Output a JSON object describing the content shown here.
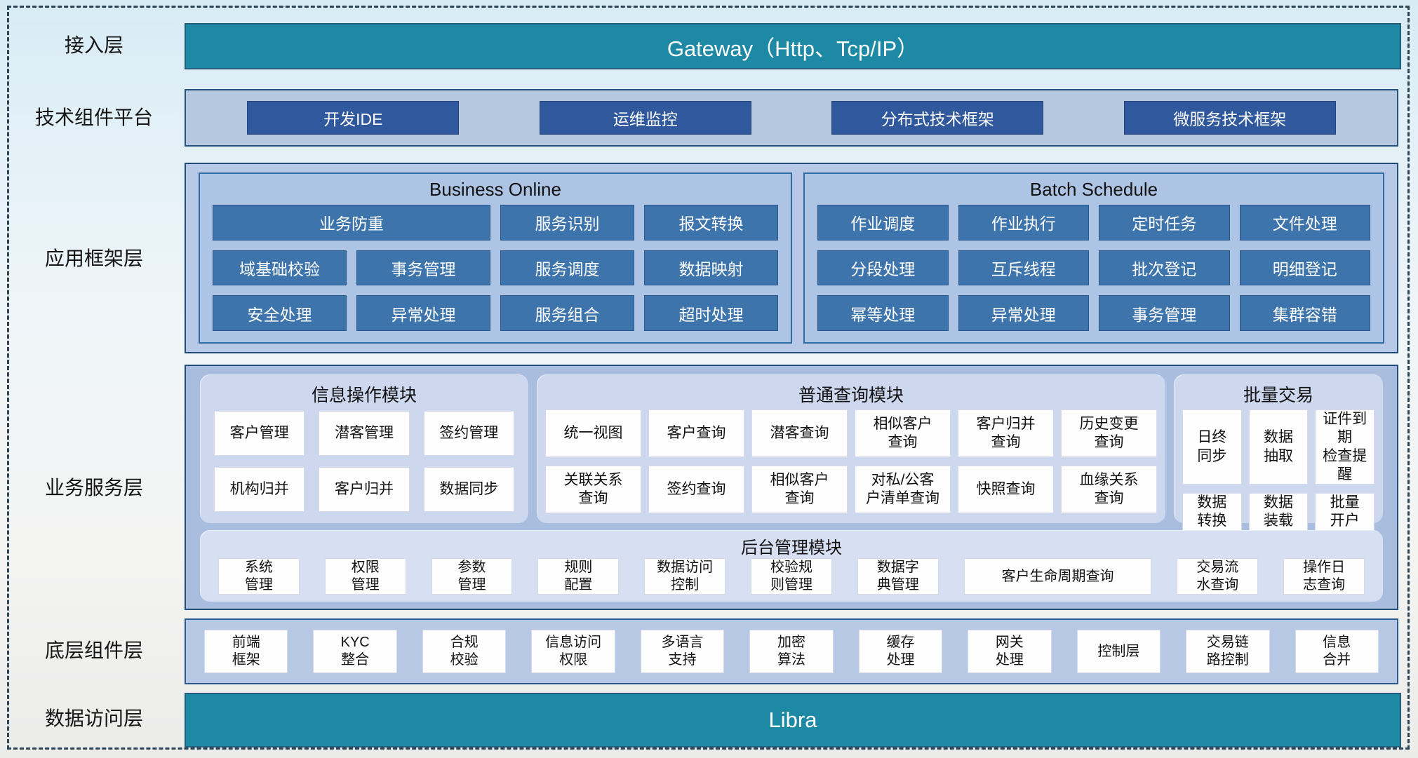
{
  "access_layer": {
    "label": "接入层",
    "gateway_text": "Gateway（Http、Tcp/IP）"
  },
  "tech_layer": {
    "label": "技术组件平台",
    "items": [
      "开发IDE",
      "运维监控",
      "分布式技术框架",
      "微服务技术框架"
    ]
  },
  "framework_layer": {
    "label": "应用框架层",
    "business_online": {
      "title": "Business Online",
      "items": [
        "业务防重",
        "服务识别",
        "报文转换",
        "域基础校验",
        "事务管理",
        "服务调度",
        "数据映射",
        "安全处理",
        "异常处理",
        "服务组合",
        "超时处理"
      ]
    },
    "batch_schedule": {
      "title": "Batch Schedule",
      "items": [
        "作业调度",
        "作业执行",
        "定时任务",
        "文件处理",
        "分段处理",
        "互斥线程",
        "批次登记",
        "明细登记",
        "幂等处理",
        "异常处理",
        "事务管理",
        "集群容错"
      ]
    }
  },
  "service_layer": {
    "label": "业务服务层",
    "info_module": {
      "title": "信息操作模块",
      "items": [
        "客户管理",
        "潜客管理",
        "签约管理",
        "机构归并",
        "客户归并",
        "数据同步"
      ]
    },
    "query_module": {
      "title": "普通查询模块",
      "items": [
        "统一视图",
        "客户查询",
        "潜客查询",
        "相似客户\n查询",
        "客户归并\n查询",
        "历史变更\n查询",
        "关联关系\n查询",
        "签约查询",
        "相似客户\n查询",
        "对私/公客\n户清单查询",
        "快照查询",
        "血缘关系\n查询"
      ]
    },
    "batch_module": {
      "title": "批量交易",
      "items": [
        "日终\n同步",
        "数据\n抽取",
        "证件到期\n检查提醒",
        "数据\n转换",
        "数据\n装载",
        "批量\n开户"
      ]
    },
    "admin_module": {
      "title": "后台管理模块",
      "items": [
        "系统\n管理",
        "权限\n管理",
        "参数\n管理",
        "规则\n配置",
        "数据访问\n控制",
        "校验规\n则管理",
        "数据字\n典管理",
        "客户生命周期查询",
        "交易流\n水查询",
        "操作日\n志查询"
      ]
    }
  },
  "component_layer": {
    "label": "底层组件层",
    "items": [
      "前端\n框架",
      "KYC\n整合",
      "合规\n校验",
      "信息访问\n权限",
      "多语言\n支持",
      "加密\n算法",
      "缓存\n处理",
      "网关\n处理",
      "控制层",
      "交易链\n路控制",
      "信息\n合并"
    ]
  },
  "data_layer": {
    "label": "数据访问层",
    "bar_text": "Libra"
  },
  "colors": {
    "teal_bar": "#1e89a4",
    "navy_border": "#1f4e79",
    "tech_button": "#30589c",
    "framework_button": "#3d74ac",
    "container_fill": "#b7c9e7",
    "sub_panel_fill": "#cdd8ee",
    "card_fill": "#fefefe"
  }
}
